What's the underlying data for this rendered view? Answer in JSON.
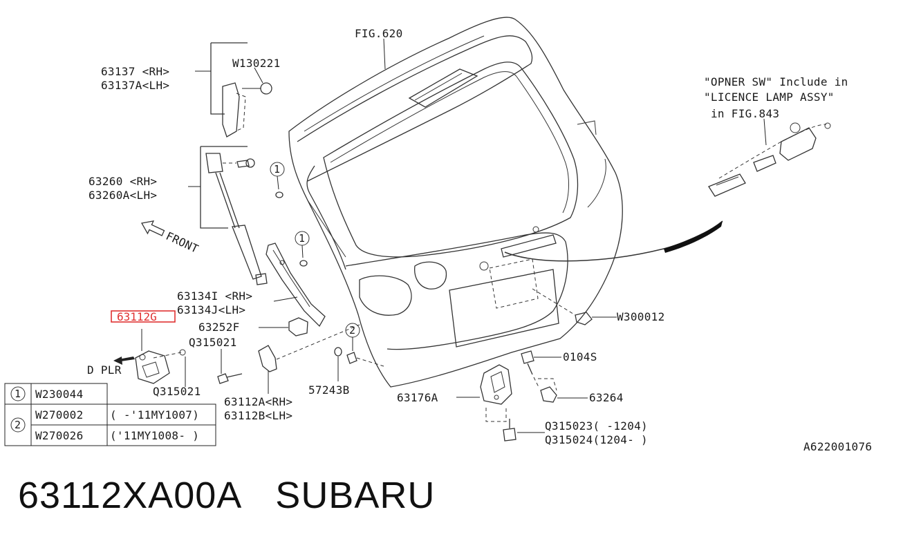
{
  "figure_ref": "FIG.620",
  "diagram_id": "A622001076",
  "front_label": "FRONT",
  "note": {
    "line1": "\"OPNER SW\" Include in",
    "line2": "\"LICENCE LAMP ASSY\"",
    "line3": "in FIG.843"
  },
  "labels": {
    "p63137": "63137 <RH>",
    "p63137A": "63137A<LH>",
    "w130221": "W130221",
    "p63260": "63260 <RH>",
    "p63260A": "63260A<LH>",
    "p63134I": "63134I <RH>",
    "p63134J": "63134J<LH>",
    "p63112G": "63112G",
    "p63252F": "63252F",
    "q315021a": "Q315021",
    "q315021b": "Q315021",
    "dplr": "D PLR",
    "p63112A": "63112A<RH>",
    "p63112B": "63112B<LH>",
    "p57243B": "57243B",
    "p63176A": "63176A",
    "w300012": "W300012",
    "p0104S": "0104S",
    "p63264": "63264",
    "q315023": "Q315023( -1204)",
    "q315024": "Q315024(1204- )"
  },
  "callouts": {
    "c1": "1",
    "c2": "2"
  },
  "legend": {
    "row1": {
      "ref": "1",
      "part": "W230044",
      "note": ""
    },
    "row2": {
      "ref": "2",
      "part": "W270002",
      "note": "( -'11MY1007)"
    },
    "row3": {
      "ref": "",
      "part": "W270026",
      "note": "('11MY1008- )"
    }
  },
  "colors": {
    "highlight": "#e03131",
    "ink": "#1a1a1a"
  },
  "caption": {
    "part_number": "63112XA00A",
    "brand": "SUBARU"
  }
}
